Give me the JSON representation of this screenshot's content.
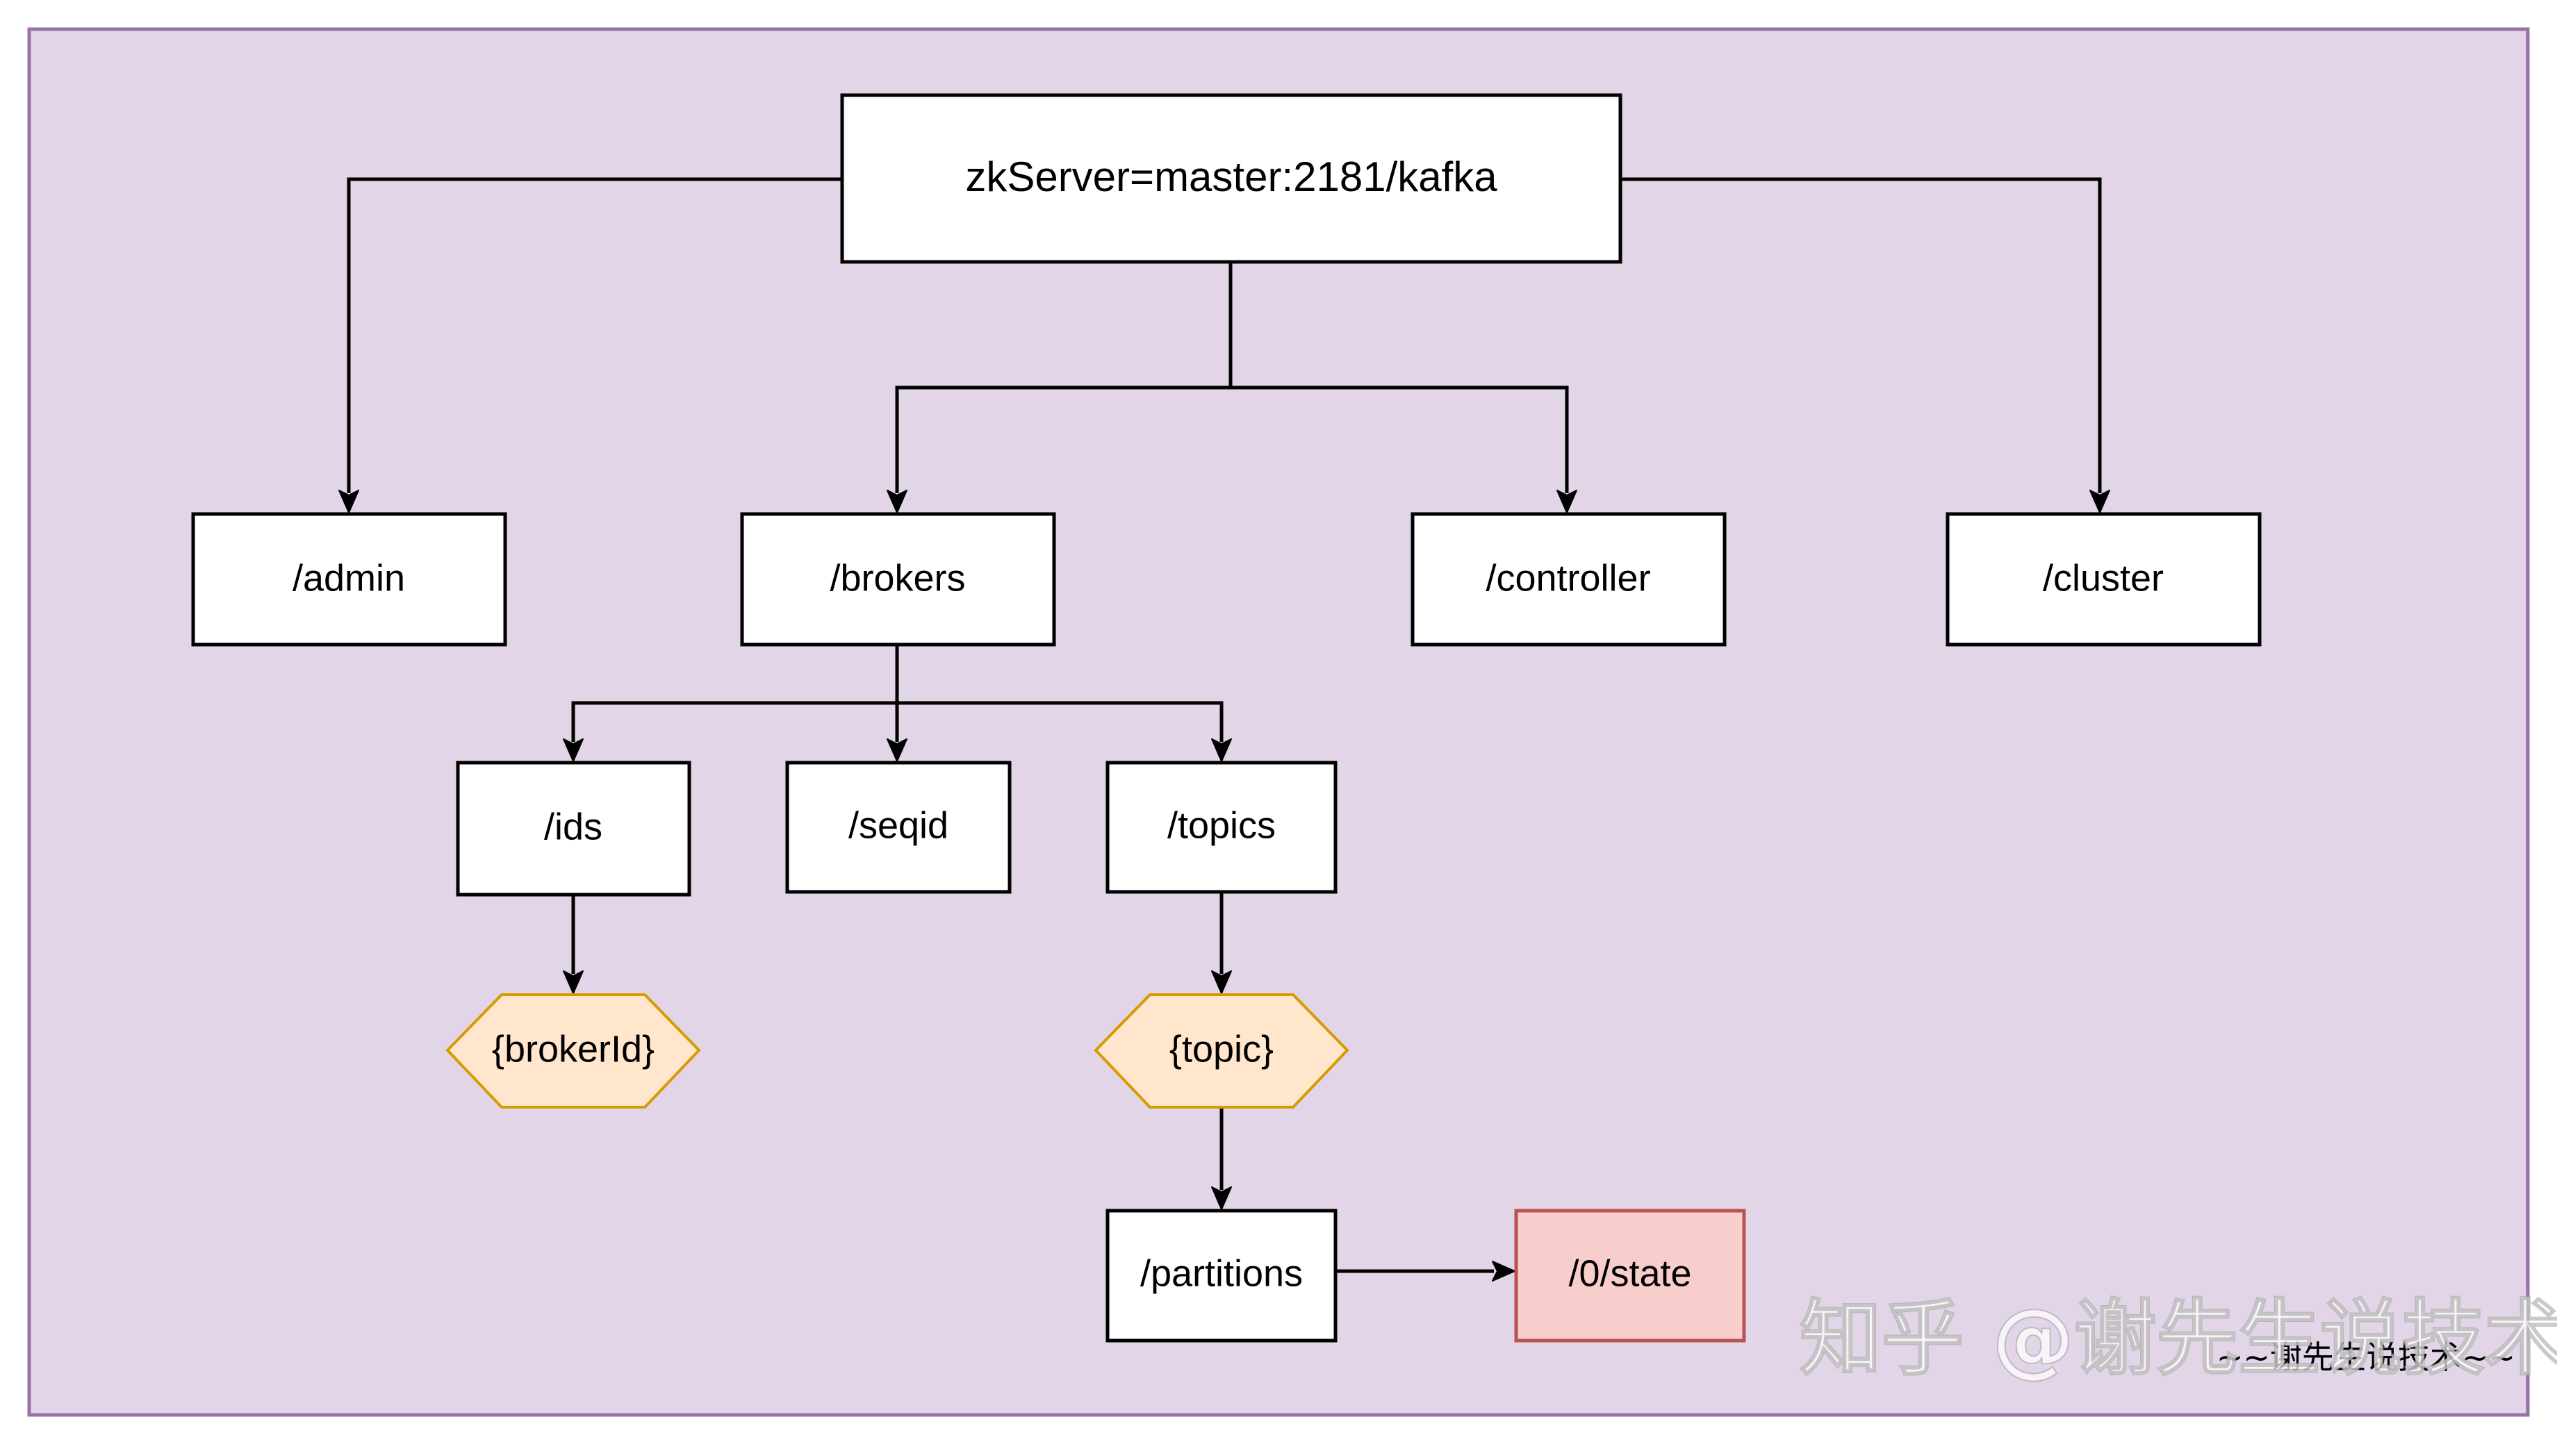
{
  "diagram": {
    "root": "zkServer=master:2181/kafka",
    "nodes": {
      "admin": "/admin",
      "brokers": "/brokers",
      "controller": "/controller",
      "cluster": "/cluster",
      "ids": "/ids",
      "seqid": "/seqid",
      "topics": "/topics",
      "broker_id": "{brokerId}",
      "topic": "{topic}",
      "partitions": "/partitions",
      "state": "/0/state"
    }
  },
  "watermark": {
    "platform": "知乎 @谢先生说技术",
    "signature": "~~谢先生说技术~~"
  },
  "colors": {
    "background": "#e1d5e7",
    "frame_border": "#9673a6",
    "box_fill": "#ffffff",
    "hexagon_fill": "#ffe6cc",
    "hexagon_border": "#d79b00",
    "state_fill": "#f8cecc",
    "state_border": "#b85450"
  }
}
